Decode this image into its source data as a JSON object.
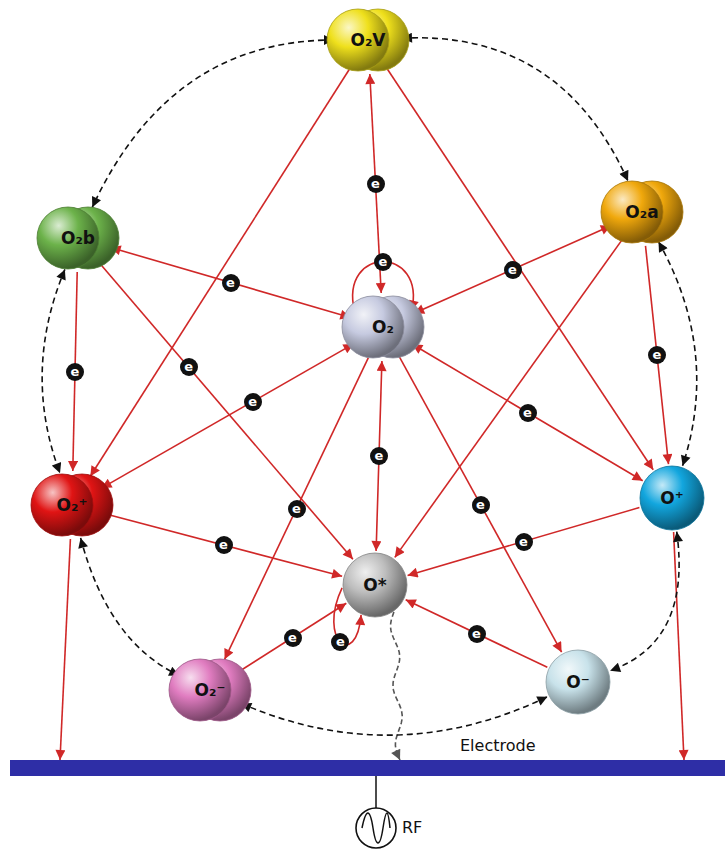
{
  "diagram": {
    "nodes": [
      {
        "text": [
          "O₂V"
        ]
      },
      {
        "text": [
          "O₂b"
        ]
      },
      {
        "text": [
          "O₂a"
        ]
      },
      {
        "text": [
          "O₂"
        ]
      },
      {
        "text": [
          "O₂⁺"
        ]
      },
      {
        "text": [
          "O⁺"
        ]
      },
      {
        "text": [
          "O*"
        ]
      },
      {
        "text": [
          "O₂⁻"
        ]
      },
      {
        "text": [
          "O⁻"
        ]
      },
      {
        "text": [
          "Electrode"
        ]
      }
    ],
    "edges": [
      {
        "from": 0,
        "to": 3,
        "arrow": "both",
        "label": "e"
      },
      {
        "from": 0,
        "to": 4,
        "arrow": "to"
      },
      {
        "from": 0,
        "to": 5,
        "arrow": "to"
      },
      {
        "from": 1,
        "to": 3,
        "arrow": "both",
        "label": "e"
      },
      {
        "from": 2,
        "to": 3,
        "arrow": "both",
        "label": "e"
      },
      {
        "from": 4,
        "to": 3,
        "arrow": "both",
        "label": "e"
      },
      {
        "from": 3,
        "to": 5,
        "arrow": "both",
        "label": "e"
      },
      {
        "from": 3,
        "to": 6,
        "arrow": "both",
        "label": "e"
      },
      {
        "from": 3,
        "to": 7,
        "arrow": "to",
        "label": "e"
      },
      {
        "from": 3,
        "to": 8,
        "arrow": "to",
        "label": "e"
      },
      {
        "from": 1,
        "to": 6,
        "arrow": "to",
        "label": "e"
      },
      {
        "from": 1,
        "to": 4,
        "arrow": "to",
        "label": "e"
      },
      {
        "from": 2,
        "to": 6,
        "arrow": "to"
      },
      {
        "from": 2,
        "to": 5,
        "arrow": "to",
        "label": "e"
      },
      {
        "from": 4,
        "to": 6,
        "arrow": "to",
        "label": "e"
      },
      {
        "from": 5,
        "to": 6,
        "arrow": "to",
        "label": "e"
      },
      {
        "from": 7,
        "to": 6,
        "arrow": "to",
        "label": "e"
      },
      {
        "from": 8,
        "to": 6,
        "arrow": "to",
        "label": "e"
      },
      {
        "from": 3,
        "to": 3,
        "arrow": "to",
        "label": "e"
      },
      {
        "from": 6,
        "to": 6,
        "arrow": "to",
        "label": "e"
      },
      {
        "from": 4,
        "to": 9,
        "arrow": "to"
      },
      {
        "from": 5,
        "to": 9,
        "arrow": "to"
      },
      {
        "from": 6,
        "to": 9,
        "arrow": "to"
      },
      {
        "from": 0,
        "to": 1,
        "arrow": "both"
      },
      {
        "from": 0,
        "to": 2,
        "arrow": "both"
      },
      {
        "from": 1,
        "to": 4,
        "arrow": "both"
      },
      {
        "from": 2,
        "to": 5,
        "arrow": "both"
      },
      {
        "from": 4,
        "to": 7,
        "arrow": "both"
      },
      {
        "from": 7,
        "to": 8,
        "arrow": "both"
      },
      {
        "from": 5,
        "to": 8,
        "arrow": "both"
      }
    ],
    "labels": [
      "RF"
    ]
  }
}
